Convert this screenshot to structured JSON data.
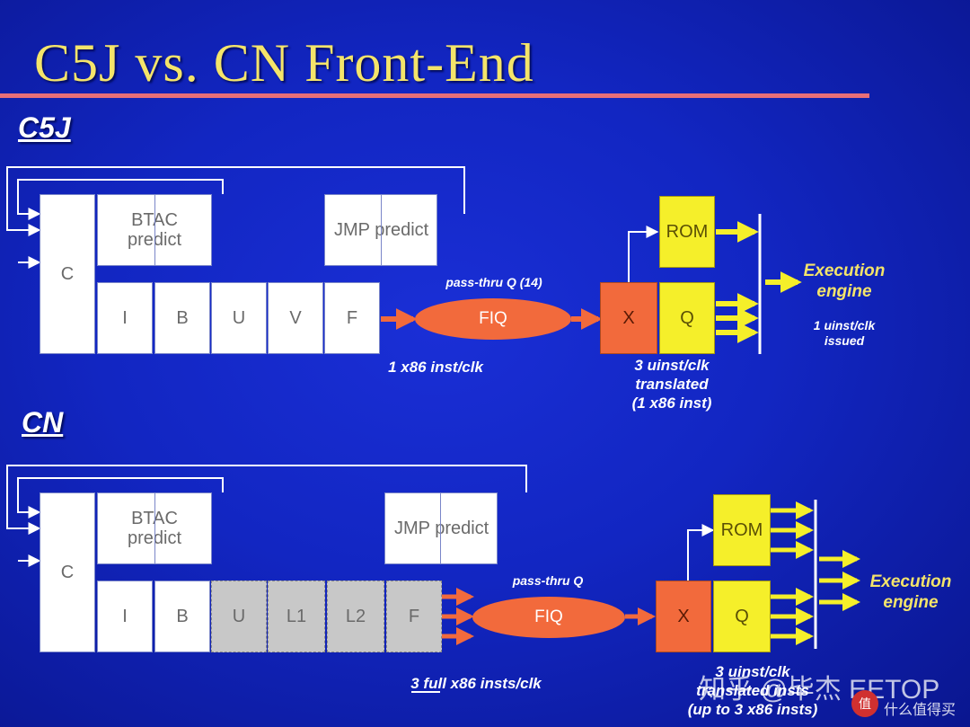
{
  "title": "C5J vs. CN Front-End",
  "c5j": {
    "label": "C5J",
    "stage_c": "C",
    "btac": "BTAC\npredict",
    "jmp": "JMP predict",
    "stages": [
      "I",
      "B",
      "U",
      "V",
      "F"
    ],
    "queue_label": "pass-thru Q (14)",
    "fiq": "FIQ",
    "x": "X",
    "q": "Q",
    "rom": "ROM",
    "issue_rate": "1 x86 inst/clk",
    "translate_rate": "3 uinst/clk\ntranslated\n(1 x86 inst)",
    "execution": "Execution\nengine",
    "issued": "1 uinst/clk\nissued"
  },
  "cn": {
    "label": "CN",
    "stage_c": "C",
    "btac": "BTAC\npredict",
    "jmp": "JMP predict",
    "stages": [
      "I",
      "B",
      "U",
      "L1",
      "L2",
      "F"
    ],
    "queue_label": "pass-thru Q",
    "fiq": "FIQ",
    "x": "X",
    "q": "Q",
    "rom": "ROM",
    "issue_rate_prefix": "3 ",
    "issue_rate_emph": "full",
    "issue_rate_suffix": " x86 insts/clk",
    "translate_rate": "3 uinst/clk\ntranslated insts\n(up to 3 x86 insts)",
    "execution": "Execution\nengine"
  },
  "watermark": {
    "text": "知乎 @毕杰 EETOP",
    "logo": "值",
    "site": "什么值得买"
  },
  "colors": {
    "background": "#1226c2",
    "title": "#f4e46a",
    "rule": "#e86f78",
    "orange": "#f26a3c",
    "yellow": "#f5ef2a"
  }
}
